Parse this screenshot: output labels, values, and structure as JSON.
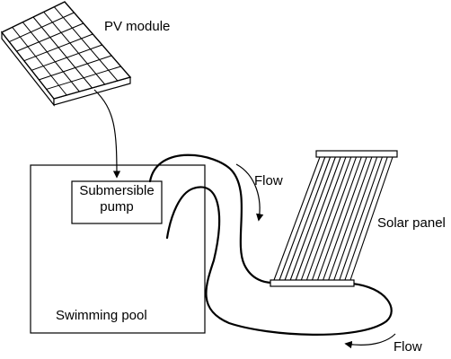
{
  "labels": {
    "pv_module": "PV module",
    "pump_line1": "Submersible",
    "pump_line2": "pump",
    "flow_top": "Flow",
    "solar_panel": "Solar panel",
    "swimming_pool": "Swimming pool",
    "flow_bottom": "Flow"
  },
  "colors": {
    "line": "#000000",
    "background": "#ffffff"
  },
  "pv_module_grid": {
    "rows": 7,
    "columns": 6
  },
  "solar_panel_tubes": 15
}
